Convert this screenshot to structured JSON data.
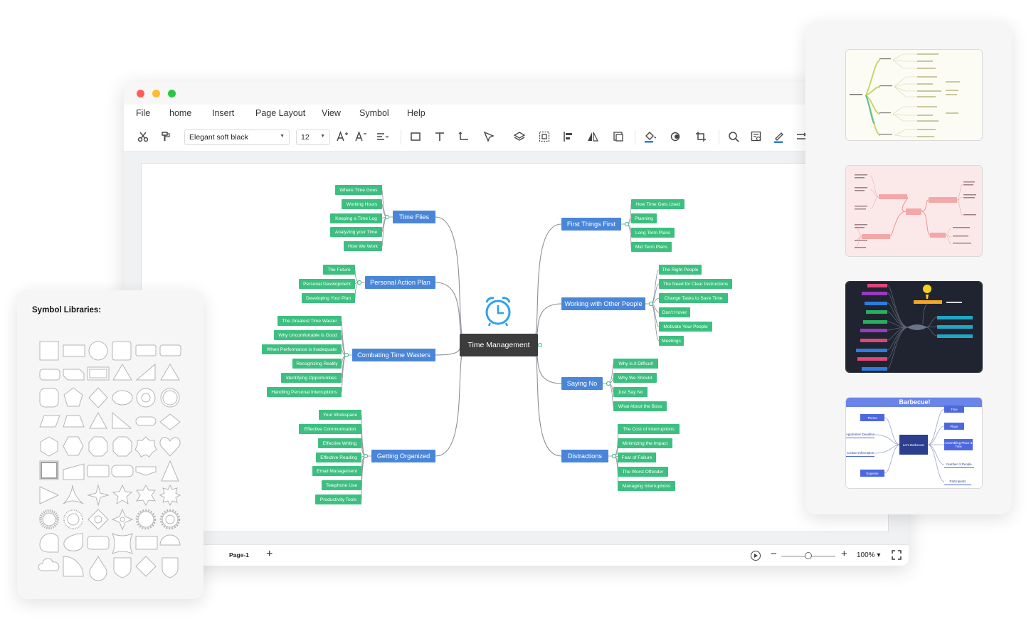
{
  "menu": [
    "File",
    "home",
    "Insert",
    "Page Layout",
    "View",
    "Symbol",
    "Help"
  ],
  "toolbar": {
    "font_family": "Elegant soft black",
    "font_size": "12",
    "icons": [
      "cut-icon",
      "format-painter-icon",
      "increase-font-icon",
      "decrease-font-icon",
      "align-icon",
      "rectangle-icon",
      "text-icon",
      "connector-icon",
      "pointer-icon",
      "layers-icon",
      "group-icon",
      "align-left-icon",
      "flip-icon",
      "arrange-icon",
      "fill-icon",
      "shape-style-icon",
      "crop-icon",
      "search-icon",
      "find-replace-icon",
      "line-color-icon",
      "more-icon"
    ]
  },
  "mindmap": {
    "center": "Time Management",
    "topics": [
      {
        "label": "Time Flies",
        "leaves": [
          "Where Time Goes",
          "Working Hours",
          "Keeping a Time Log",
          "Analyzing your Time",
          "How We Work"
        ]
      },
      {
        "label": "Personal Action Plan",
        "leaves": [
          "The Future",
          "Personal Development",
          "Developing Your Plan"
        ]
      },
      {
        "label": "Combating Time Wasters",
        "leaves": [
          "The Greatest Time Waster",
          "Why Uncomfortable is Good",
          "When Performance is Inadequate",
          "Recognizing Reality",
          "Identifying Opportunities",
          "Handling Personal Interruptions"
        ]
      },
      {
        "label": "Getting Organized",
        "leaves": [
          "Your Workspace",
          "Effective Communication",
          "Effective Writing",
          "Effective Reading",
          "Email Management",
          "Telephone Use",
          "Productivity Tools"
        ]
      },
      {
        "label": "First Things First",
        "leaves": [
          "How Time Gets Used",
          "Planning",
          "Long Term Plans",
          "Mid Term Plans"
        ]
      },
      {
        "label": "Working with Other People",
        "leaves": [
          "The Right People",
          "The Need for Clear Instructions",
          "Change Tasks to Save Time",
          "Don't Hover",
          "Motivate Your People",
          "Meetings"
        ]
      },
      {
        "label": "Saying No",
        "leaves": [
          "Why is it Difficult",
          "Why We Should",
          "Just Say No",
          "What About the Boss"
        ]
      },
      {
        "label": "Distractions",
        "leaves": [
          "The Cost of Interruptions",
          "Minimizing the Impact",
          "Fear of Failure",
          "The Worst Offender",
          "Managing Interruptions"
        ]
      }
    ]
  },
  "status": {
    "page_tab": "Page-1",
    "zoom": "100%"
  },
  "symbols": {
    "title": "Symbol Libraries:"
  },
  "templates": {
    "bbq": {
      "title": "Barbecue!",
      "center": "Let's Barbecue!",
      "left_nodes": [
        "Theme",
        "Application Deadline",
        "Contact Information",
        "Expense"
      ],
      "right_nodes": [
        "Time",
        "Place",
        "Assembling Place & Time",
        "Number of People",
        "Participants"
      ]
    }
  },
  "colors": {
    "topic": "#4a86d8",
    "leaf": "#3dbf80",
    "center": "#3c3c3c",
    "clock": "#2ea0f0"
  }
}
